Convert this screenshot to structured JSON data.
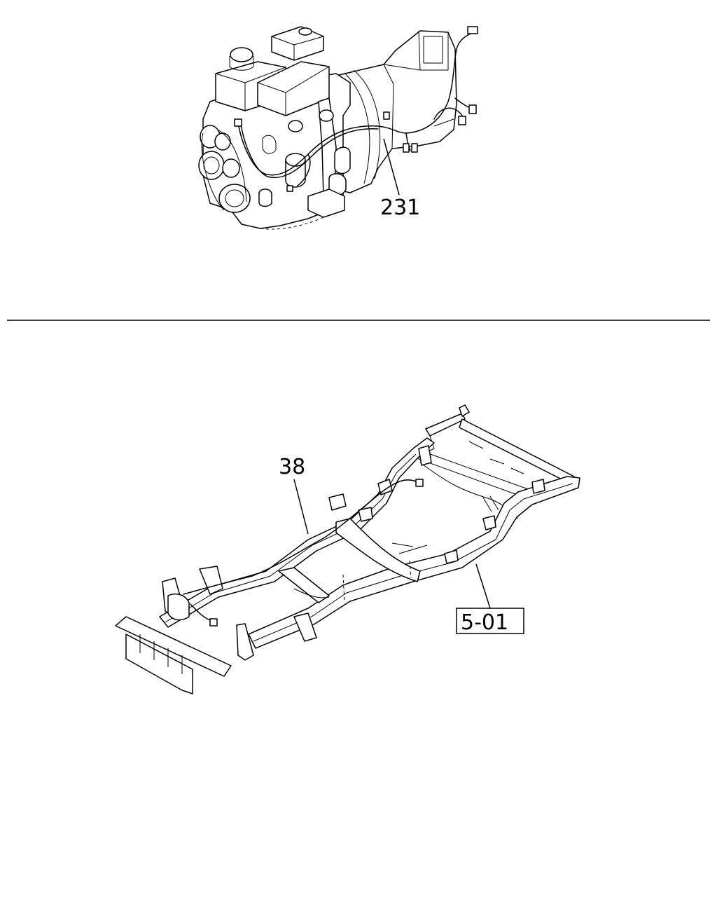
{
  "colors": {
    "ink": "#000000",
    "paper": "#ffffff"
  },
  "callouts": {
    "engine_harness": "231",
    "frame_harness": "38",
    "frame_reference": "5-01"
  }
}
